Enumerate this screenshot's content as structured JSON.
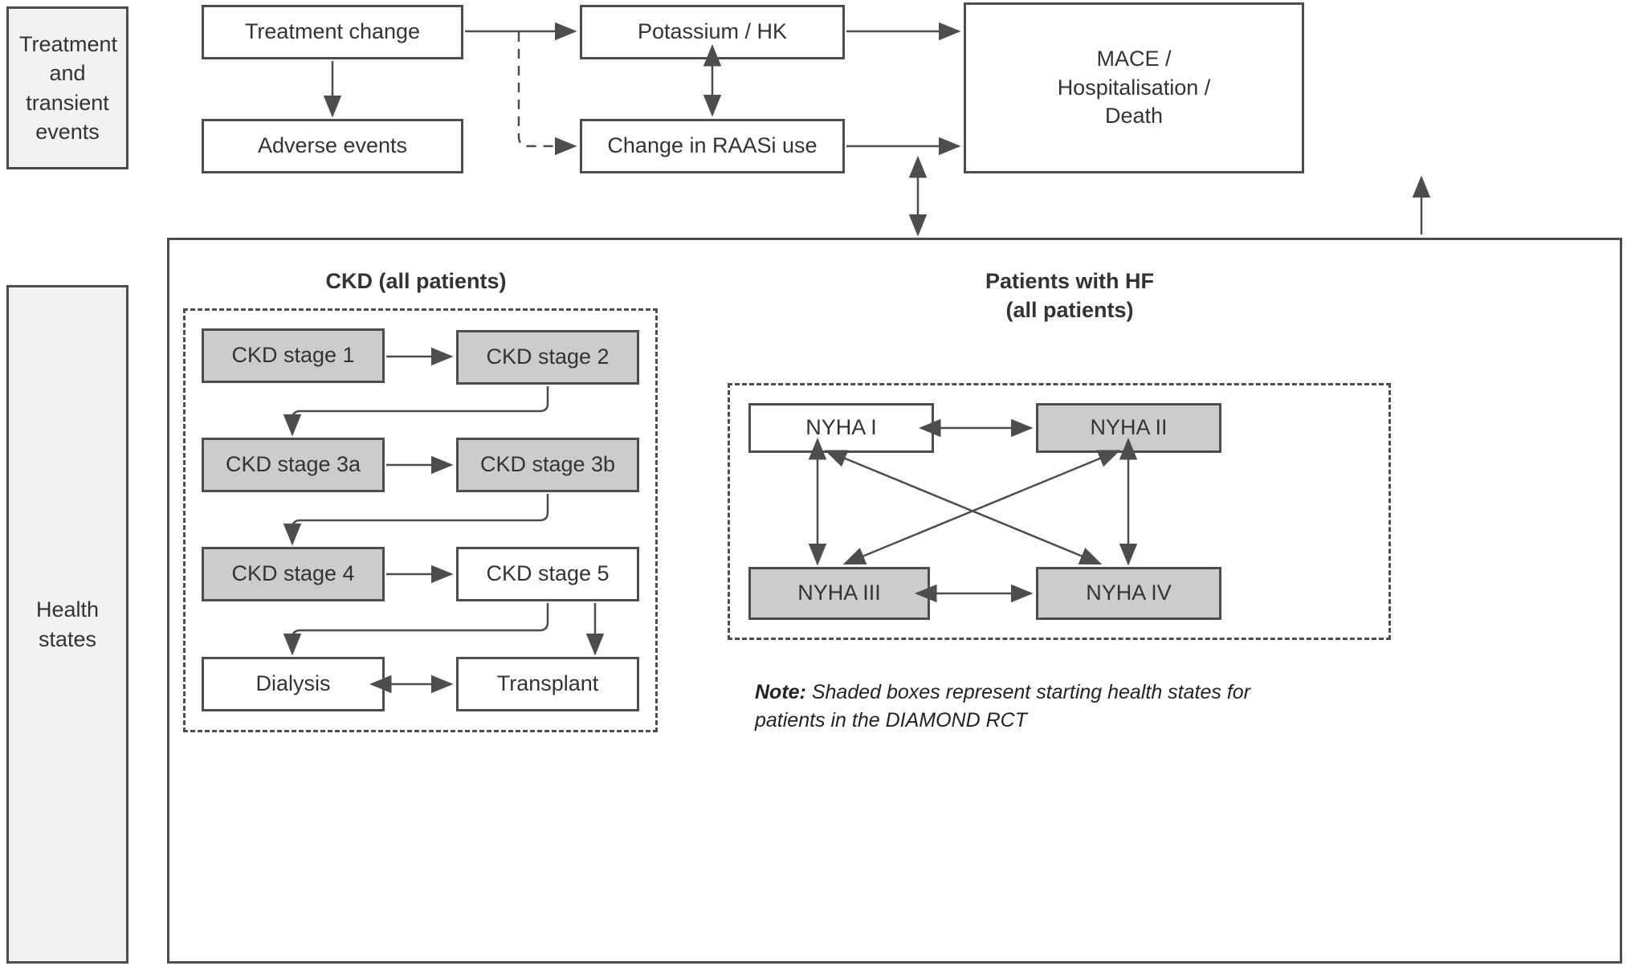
{
  "bands": [
    {
      "id": "treatment-band",
      "label": "Treatment and transient events"
    },
    {
      "id": "health-band",
      "label": "Health states"
    }
  ],
  "top_section": {
    "nodes": [
      {
        "id": "treatment-change",
        "label": "Treatment change",
        "shaded": false
      },
      {
        "id": "adverse-events",
        "label": "Adverse events",
        "shaded": false
      },
      {
        "id": "potassium-hk",
        "label": "Potassium / HK",
        "shaded": false
      },
      {
        "id": "change-raasi",
        "label": "Change in RAASi use",
        "shaded": false
      },
      {
        "id": "mace",
        "label": "MACE / Hospitalisation / Death",
        "shaded": false
      }
    ]
  },
  "ckd_group": {
    "title": "CKD (all patients)",
    "nodes": [
      {
        "id": "ckd-stage-1",
        "label": "CKD stage 1",
        "shaded": true
      },
      {
        "id": "ckd-stage-2",
        "label": "CKD stage 2",
        "shaded": true
      },
      {
        "id": "ckd-stage-3a",
        "label": "CKD stage 3a",
        "shaded": true
      },
      {
        "id": "ckd-stage-3b",
        "label": "CKD stage 3b",
        "shaded": true
      },
      {
        "id": "ckd-stage-4",
        "label": "CKD stage 4",
        "shaded": true
      },
      {
        "id": "ckd-stage-5",
        "label": "CKD stage 5",
        "shaded": false
      },
      {
        "id": "dialysis",
        "label": "Dialysis",
        "shaded": false
      },
      {
        "id": "transplant",
        "label": "Transplant",
        "shaded": false
      }
    ]
  },
  "hf_group": {
    "title_line1": "Patients with HF",
    "title_line2": "(all patients)",
    "nodes": [
      {
        "id": "nyha-1",
        "label": "NYHA I",
        "shaded": false
      },
      {
        "id": "nyha-2",
        "label": "NYHA II",
        "shaded": true
      },
      {
        "id": "nyha-3",
        "label": "NYHA III",
        "shaded": true
      },
      {
        "id": "nyha-4",
        "label": "NYHA IV",
        "shaded": true
      }
    ]
  },
  "note": {
    "prefix": "Note:",
    "text": " Shaded boxes represent starting health states for patients in the DIAMOND RCT"
  },
  "colors": {
    "border": "#4d4d4d",
    "shaded_fill": "#cccccc",
    "band_fill": "#f2f2f2",
    "text": "#333333",
    "arrow": "#4d4d4d"
  }
}
